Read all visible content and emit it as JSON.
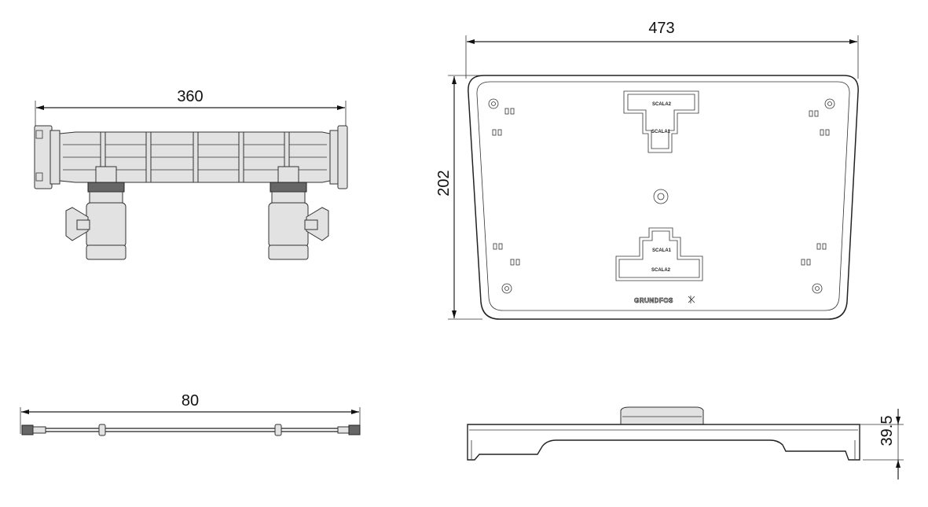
{
  "dimensions": {
    "manifold_length": "360",
    "cable_length": "80",
    "plate_width": "473",
    "plate_height": "202",
    "plate_thickness": "39.5"
  },
  "plate": {
    "top_slot_labels": [
      "SCALA2",
      "SCALA1"
    ],
    "bottom_slot_labels": [
      "SCALA1",
      "SCALA2"
    ],
    "brand_logo": "GRUNDFOS"
  },
  "colors": {
    "line": "#222222",
    "fill_light": "#e2e2e2",
    "fill_dark": "#666666"
  }
}
